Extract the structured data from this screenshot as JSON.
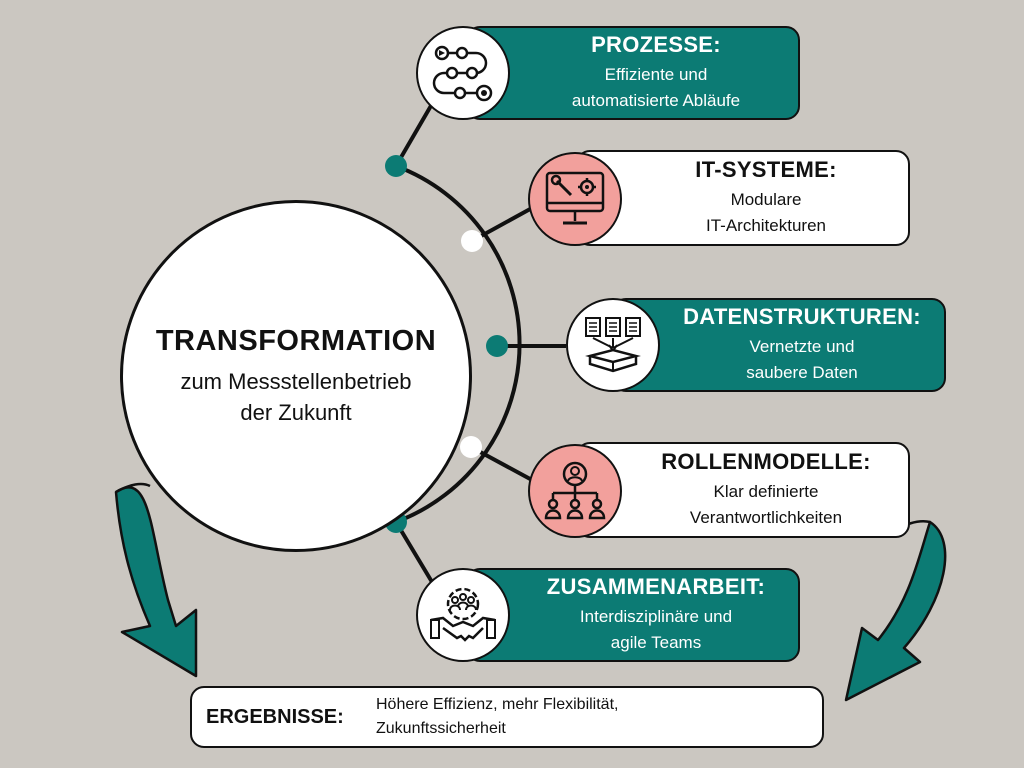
{
  "center": {
    "title": "TRANSFORMATION",
    "lines": [
      "zum Messstellenbetrieb",
      "der Zukunft"
    ]
  },
  "items": [
    {
      "title": "PROZESSE:",
      "lines": [
        "Effiziente und",
        "automatisierte Abläufe"
      ],
      "icon": "process-flow-icon",
      "style": "teal"
    },
    {
      "title": "IT-SYSTEME:",
      "lines": [
        "Modulare",
        "IT-Architekturen"
      ],
      "icon": "monitor-wrench-gear-icon",
      "style": "white"
    },
    {
      "title": "DATENSTRUKTUREN:",
      "lines": [
        "Vernetzte und",
        "saubere Daten"
      ],
      "icon": "documents-database-icon",
      "style": "teal"
    },
    {
      "title": "ROLLENMODELLE:",
      "lines": [
        "Klar definierte",
        "Verantwortlichkeiten"
      ],
      "icon": "org-chart-icon",
      "style": "white"
    },
    {
      "title": "ZUSAMMENARBEIT:",
      "lines": [
        "Interdisziplinäre und",
        "agile Teams"
      ],
      "icon": "handshake-team-icon",
      "style": "teal"
    }
  ],
  "result": {
    "label": "ERGEBNISSE:",
    "lines": [
      "Höhere Effizienz, mehr Flexibilität,",
      "Zukunftssicherheit"
    ]
  },
  "colors": {
    "background": "#cbc7c1",
    "teal": "#0c7b74",
    "pink": "#f2a09c",
    "white": "#ffffff",
    "outline": "#111111"
  }
}
